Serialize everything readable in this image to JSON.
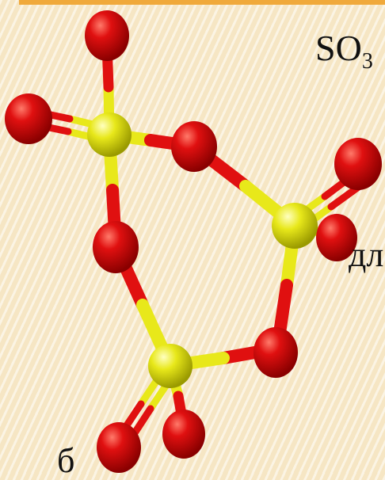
{
  "slide": {
    "formula_main": "SO",
    "formula_sub": "3",
    "text_fragment_right": "дл",
    "text_fragment_bottom": "б"
  },
  "colors": {
    "accent_bar": "#f0a93b",
    "oxygen": "#e01010",
    "sulfur": "#e8e81a",
    "background": "#f6e6c4"
  }
}
